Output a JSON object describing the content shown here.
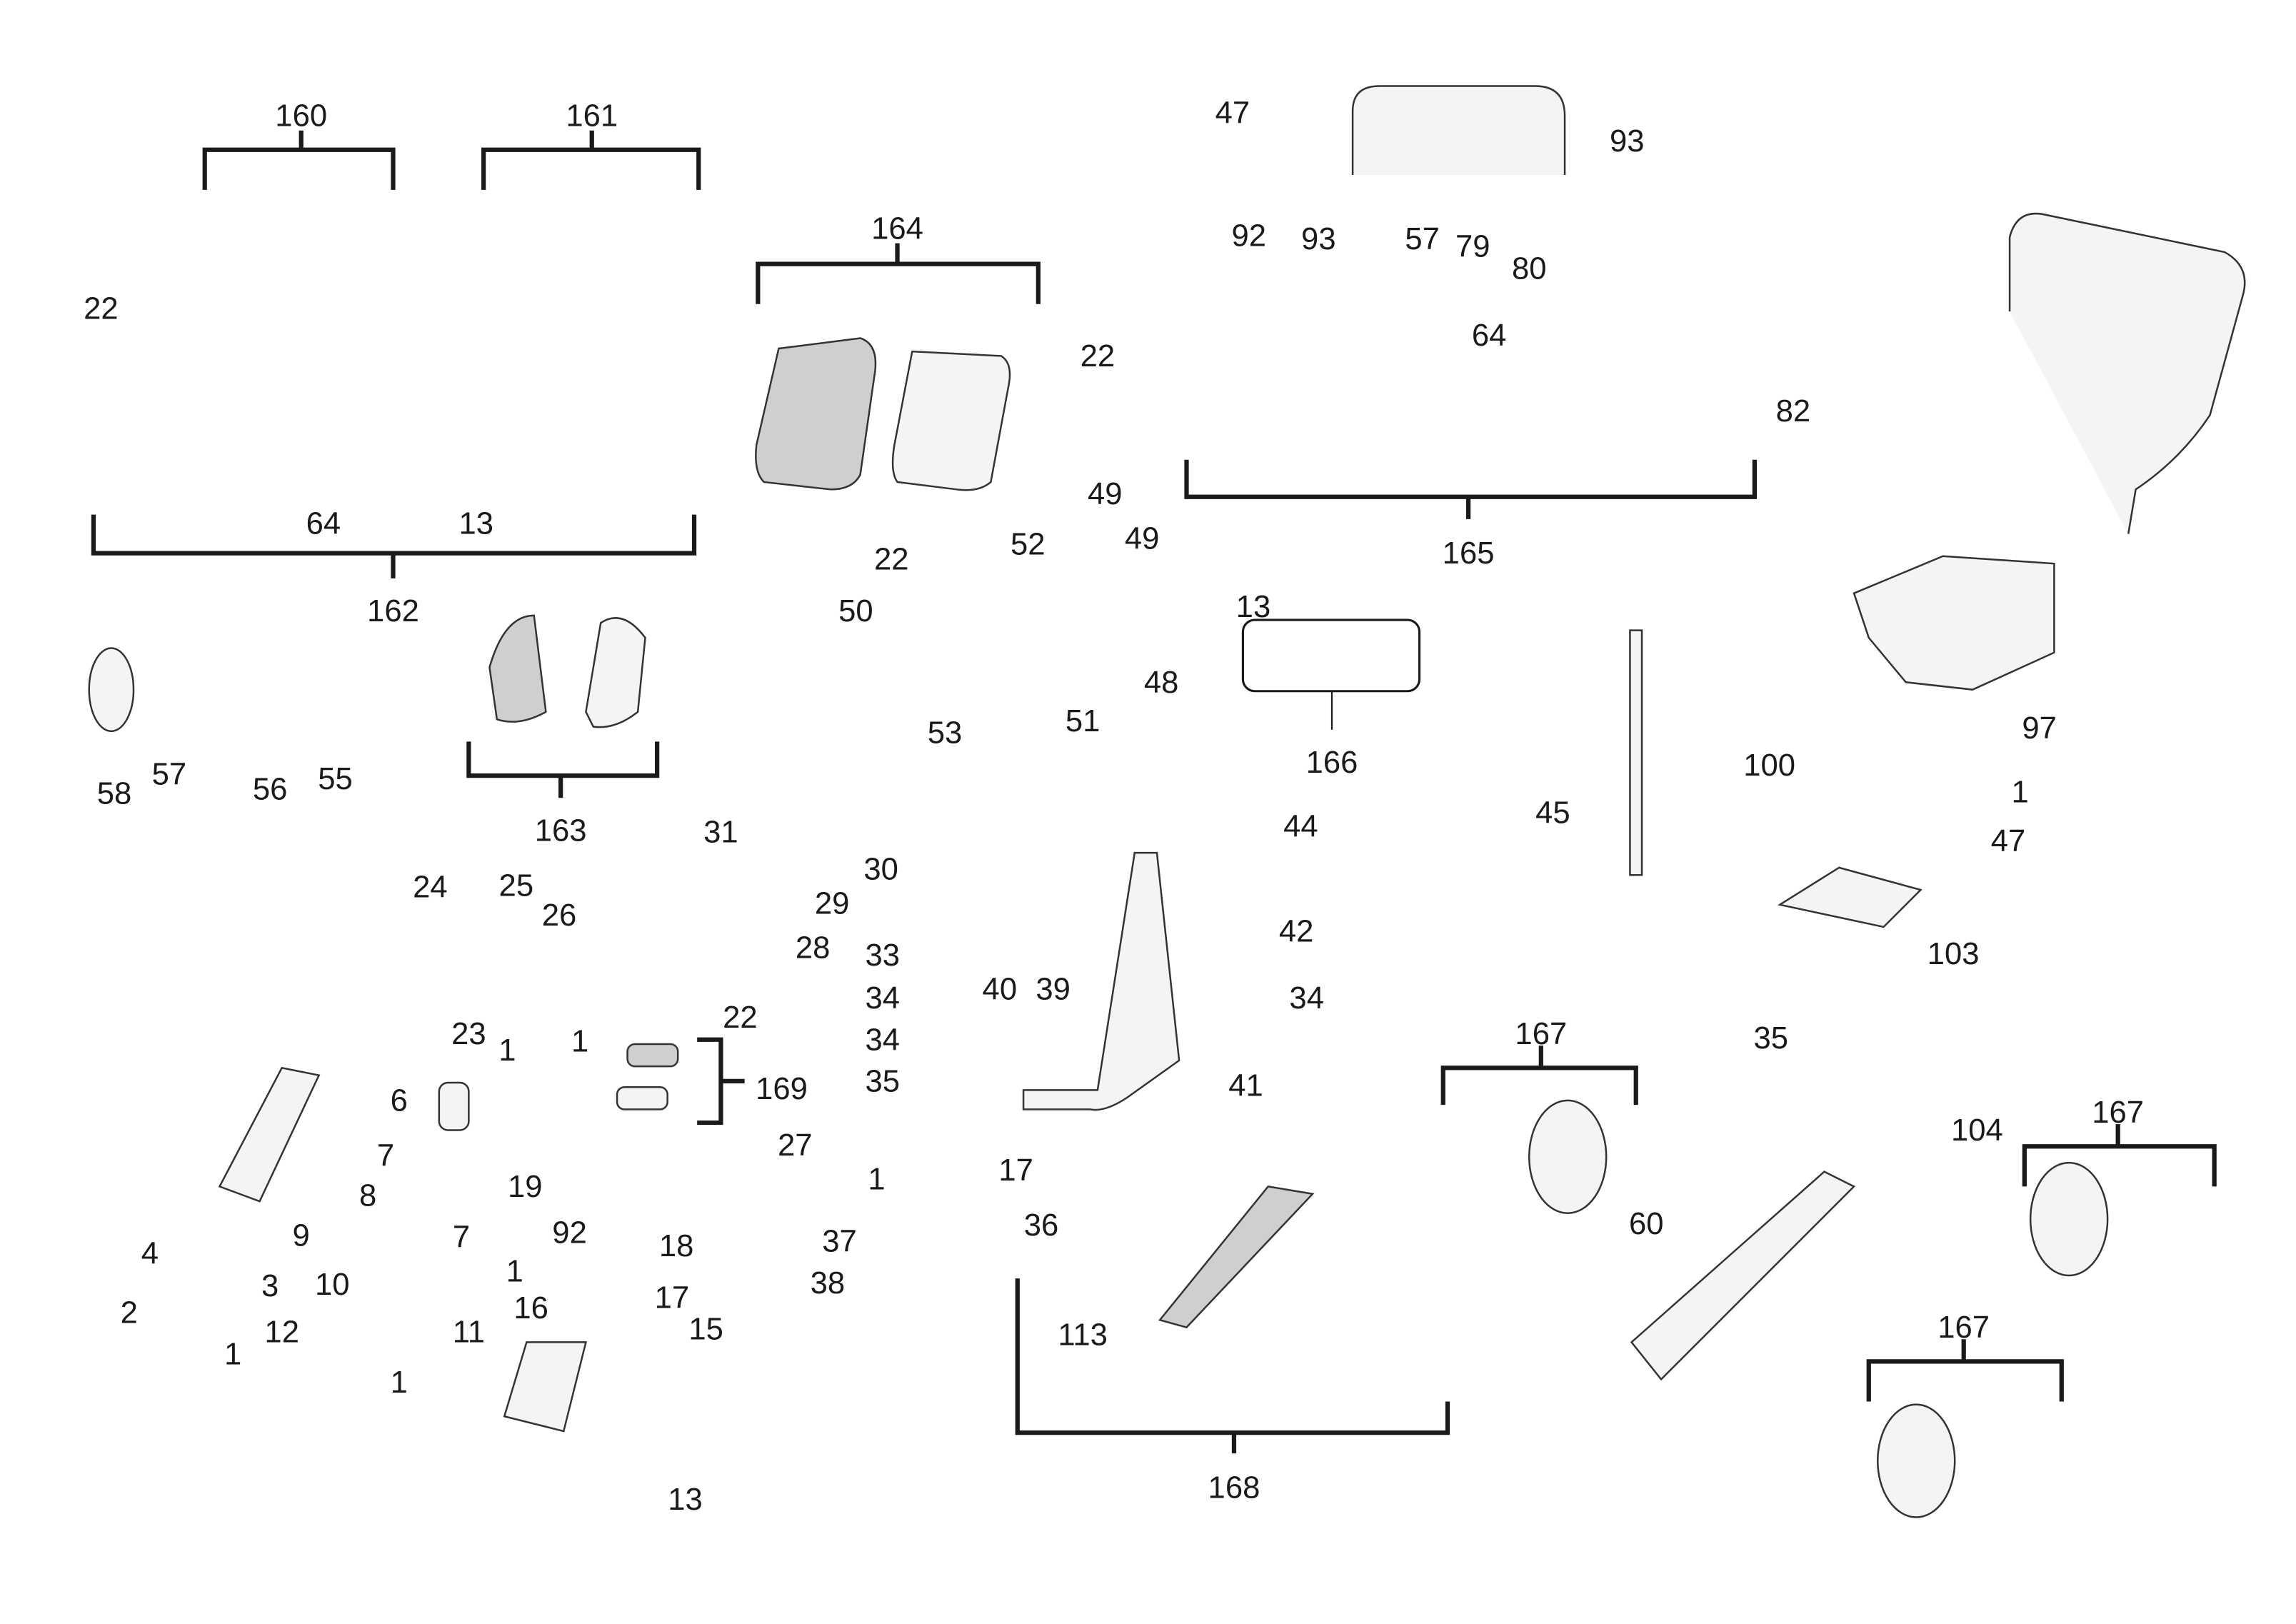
{
  "diagram": {
    "type": "exploded parts diagram",
    "part_labels": [
      "160",
      "161",
      "22",
      "164",
      "47",
      "93",
      "92",
      "93",
      "57",
      "79",
      "80",
      "22",
      "64",
      "82",
      "64",
      "13",
      "162",
      "49",
      "165",
      "52",
      "22",
      "49",
      "50",
      "13",
      "48",
      "53",
      "51",
      "97",
      "58",
      "57",
      "56",
      "55",
      "166",
      "163",
      "100",
      "1",
      "45",
      "31",
      "44",
      "47",
      "30",
      "24",
      "25",
      "26",
      "29",
      "28",
      "42",
      "33",
      "103",
      "40",
      "39",
      "34",
      "34",
      "22",
      "23",
      "1",
      "1",
      "35",
      "167",
      "34",
      "169",
      "41",
      "35",
      "6",
      "27",
      "104",
      "167",
      "7",
      "17",
      "1",
      "19",
      "8",
      "60",
      "36",
      "92",
      "9",
      "7",
      "18",
      "4",
      "37",
      "3",
      "1",
      "10",
      "38",
      "17",
      "16",
      "2",
      "12",
      "11",
      "15",
      "167",
      "113",
      "1",
      "1",
      "168",
      "13"
    ]
  }
}
